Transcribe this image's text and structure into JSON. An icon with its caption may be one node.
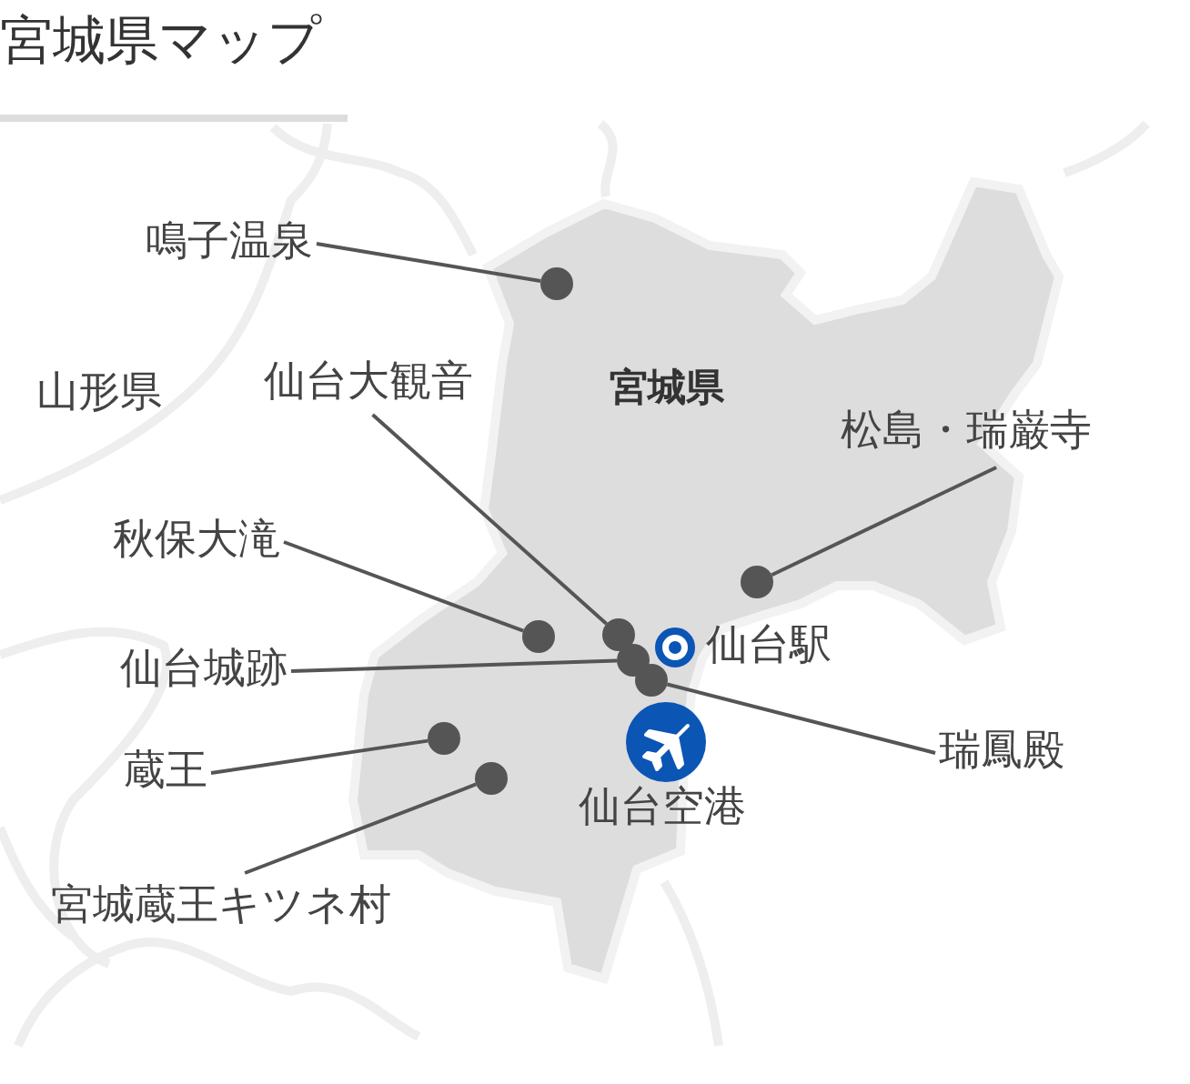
{
  "diagram": {
    "title": "宮城県マップ",
    "nodes": [
      {
        "text": [
          "鳴子温泉"
        ]
      },
      {
        "text": [],
        "shape": "circle"
      },
      {
        "text": [
          "仙台大観音"
        ]
      },
      {
        "text": [],
        "shape": "circle"
      },
      {
        "text": [
          "松島・瑞巌寺"
        ]
      },
      {
        "text": [],
        "shape": "circle"
      },
      {
        "text": [
          "秋保大滝"
        ]
      },
      {
        "text": [],
        "shape": "circle"
      },
      {
        "text": [
          "仙台城跡"
        ]
      },
      {
        "text": [],
        "shape": "circle"
      },
      {
        "text": [
          "瑞鳳殿"
        ]
      },
      {
        "text": [],
        "shape": "circle"
      },
      {
        "text": [
          "蔵王"
        ]
      },
      {
        "text": [],
        "shape": "circle"
      },
      {
        "text": [
          "宮城蔵王キツネ村"
        ]
      },
      {
        "text": [],
        "shape": "circle"
      }
    ],
    "edges": [
      {
        "from": 0,
        "to": 1,
        "arrow": "none"
      },
      {
        "from": 2,
        "to": 3,
        "arrow": "none"
      },
      {
        "from": 4,
        "to": 5,
        "arrow": "none"
      },
      {
        "from": 6,
        "to": 7,
        "arrow": "none"
      },
      {
        "from": 8,
        "to": 9,
        "arrow": "none"
      },
      {
        "from": 10,
        "to": 11,
        "arrow": "none"
      },
      {
        "from": 12,
        "to": 13,
        "arrow": "none"
      },
      {
        "from": 14,
        "to": 15,
        "arrow": "none"
      }
    ],
    "labels": [
      "宮城県",
      "山形県",
      "仙台駅",
      "仙台空港"
    ]
  }
}
